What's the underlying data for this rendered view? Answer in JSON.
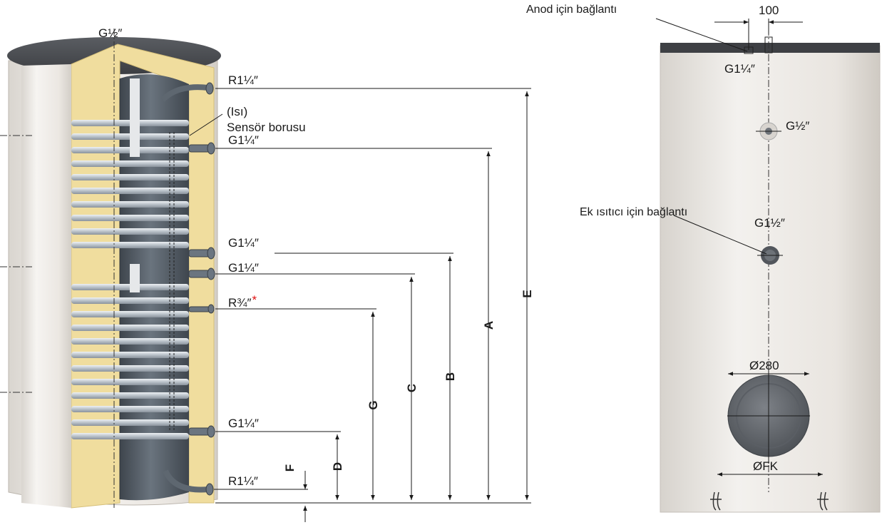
{
  "left_view": {
    "top_fitting": "G½″",
    "fittings": [
      {
        "id": "top_outlet",
        "label": "R1¼″"
      },
      {
        "id": "sensor",
        "label_line1": "(Isı)",
        "label_line2": "Sensör borusu"
      },
      {
        "id": "upper_coil",
        "label": "G1¼″"
      },
      {
        "id": "mid_a",
        "label": "G1¼″"
      },
      {
        "id": "mid_b",
        "label": "G1¼″"
      },
      {
        "id": "circ",
        "label": "R¾″",
        "asterisk": "*"
      },
      {
        "id": "lower_coil",
        "label": "G1¼″"
      },
      {
        "id": "bottom_inlet",
        "label": "R1¼″"
      }
    ],
    "dimensions": [
      "E",
      "A",
      "B",
      "C",
      "G",
      "D",
      "F"
    ]
  },
  "right_view": {
    "anode_label": "Anod için bağlantı",
    "top_width_value": "100",
    "top_fitting": "G1¼″",
    "sensor_fitting": "G½″",
    "heater_label": "Ek ısıtıcı için bağlantı",
    "heater_fitting": "G1½″",
    "flange_diameter": "Ø280",
    "foot_circle": "ØFK"
  },
  "colors": {
    "jacket": "#ebe7e2",
    "insulation": "#f0dd9e",
    "tank": "#5b6570",
    "coil": "#c9cfd5",
    "cap": "#4a4c50",
    "flange": "#6e7278"
  }
}
